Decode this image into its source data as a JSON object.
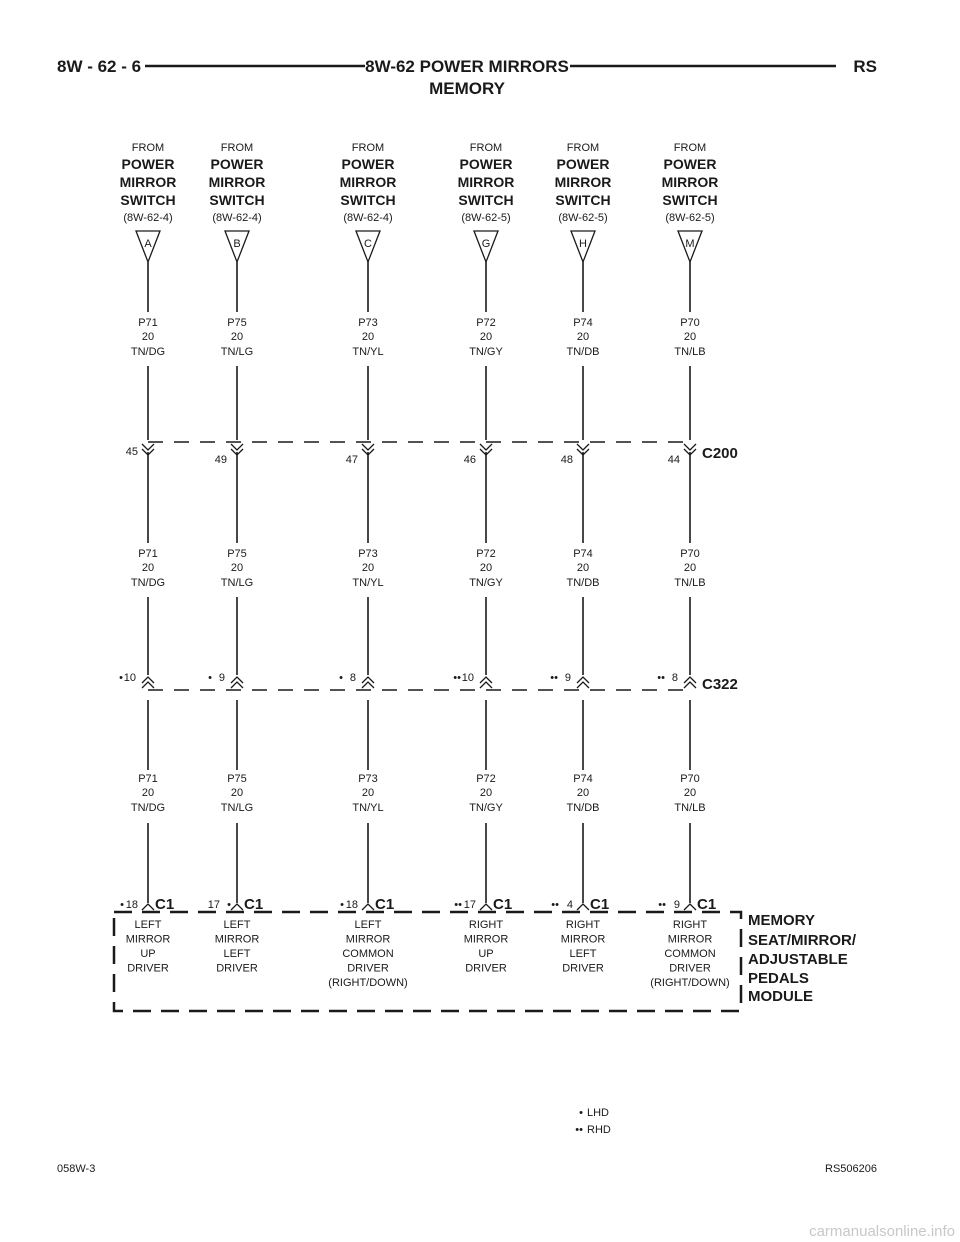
{
  "header": {
    "left": "8W - 62 - 6",
    "title_line1": "8W-62 POWER MIRRORS",
    "title_line2": "MEMORY",
    "right": "RS"
  },
  "columns": [
    {
      "from": "FROM",
      "source": [
        "POWER",
        "MIRROR",
        "SWITCH"
      ],
      "ref": "(8W-62-4)",
      "pin": "A",
      "wire": [
        "P71",
        "20",
        "TN/DG"
      ],
      "c200_cavity": "45",
      "c322_cavity": "10",
      "c322_mark": "•",
      "c1_cavity": "18",
      "c1_mark": "•",
      "c1_label": "C1",
      "function": [
        "LEFT",
        "MIRROR",
        "UP",
        "DRIVER"
      ]
    },
    {
      "from": "FROM",
      "source": [
        "POWER",
        "MIRROR",
        "SWITCH"
      ],
      "ref": "(8W-62-4)",
      "pin": "B",
      "wire": [
        "P75",
        "20",
        "TN/LG"
      ],
      "c200_cavity": "49",
      "c322_cavity": "9",
      "c322_mark": "•",
      "c1_cavity": "17",
      "c1_mark": "•",
      "c1_label": "C1",
      "function": [
        "LEFT",
        "MIRROR",
        "LEFT",
        "DRIVER"
      ]
    },
    {
      "from": "FROM",
      "source": [
        "POWER",
        "MIRROR",
        "SWITCH"
      ],
      "ref": "(8W-62-4)",
      "pin": "C",
      "wire": [
        "P73",
        "20",
        "TN/YL"
      ],
      "c200_cavity": "47",
      "c322_cavity": "8",
      "c322_mark": "•",
      "c1_cavity": "18",
      "c1_mark": "•",
      "c1_label": "C1",
      "function": [
        "LEFT",
        "MIRROR",
        "COMMON",
        "DRIVER",
        "(RIGHT/DOWN)"
      ]
    },
    {
      "from": "FROM",
      "source": [
        "POWER",
        "MIRROR",
        "SWITCH"
      ],
      "ref": "(8W-62-5)",
      "pin": "G",
      "wire": [
        "P72",
        "20",
        "TN/GY"
      ],
      "c200_cavity": "46",
      "c322_cavity": "10",
      "c322_mark": "••",
      "c1_cavity": "17",
      "c1_mark": "••",
      "c1_label": "C1",
      "function": [
        "RIGHT",
        "MIRROR",
        "UP",
        "DRIVER"
      ]
    },
    {
      "from": "FROM",
      "source": [
        "POWER",
        "MIRROR",
        "SWITCH"
      ],
      "ref": "(8W-62-5)",
      "pin": "H",
      "wire": [
        "P74",
        "20",
        "TN/DB"
      ],
      "c200_cavity": "48",
      "c322_cavity": "9",
      "c322_mark": "••",
      "c1_cavity": "4",
      "c1_mark": "••",
      "c1_label": "C1",
      "function": [
        "RIGHT",
        "MIRROR",
        "LEFT",
        "DRIVER"
      ]
    },
    {
      "from": "FROM",
      "source": [
        "POWER",
        "MIRROR",
        "SWITCH"
      ],
      "ref": "(8W-62-5)",
      "pin": "M",
      "wire": [
        "P70",
        "20",
        "TN/LB"
      ],
      "c200_cavity": "44",
      "c322_cavity": "8",
      "c322_mark": "••",
      "c1_cavity": "9",
      "c1_mark": "••",
      "c1_label": "C1",
      "function": [
        "RIGHT",
        "MIRROR",
        "COMMON",
        "DRIVER",
        "(RIGHT/DOWN)"
      ]
    }
  ],
  "connectors": {
    "c200": "C200",
    "c322": "C322"
  },
  "module": {
    "name": [
      "MEMORY",
      "SEAT/MIRROR/",
      "ADJUSTABLE",
      "PEDALS",
      "MODULE"
    ]
  },
  "legend": [
    {
      "mark": "•",
      "label": "LHD"
    },
    {
      "mark": "••",
      "label": "RHD"
    }
  ],
  "footer": {
    "left": "058W-3",
    "right": "RS506206"
  },
  "watermark": "carmanualsonline.info"
}
